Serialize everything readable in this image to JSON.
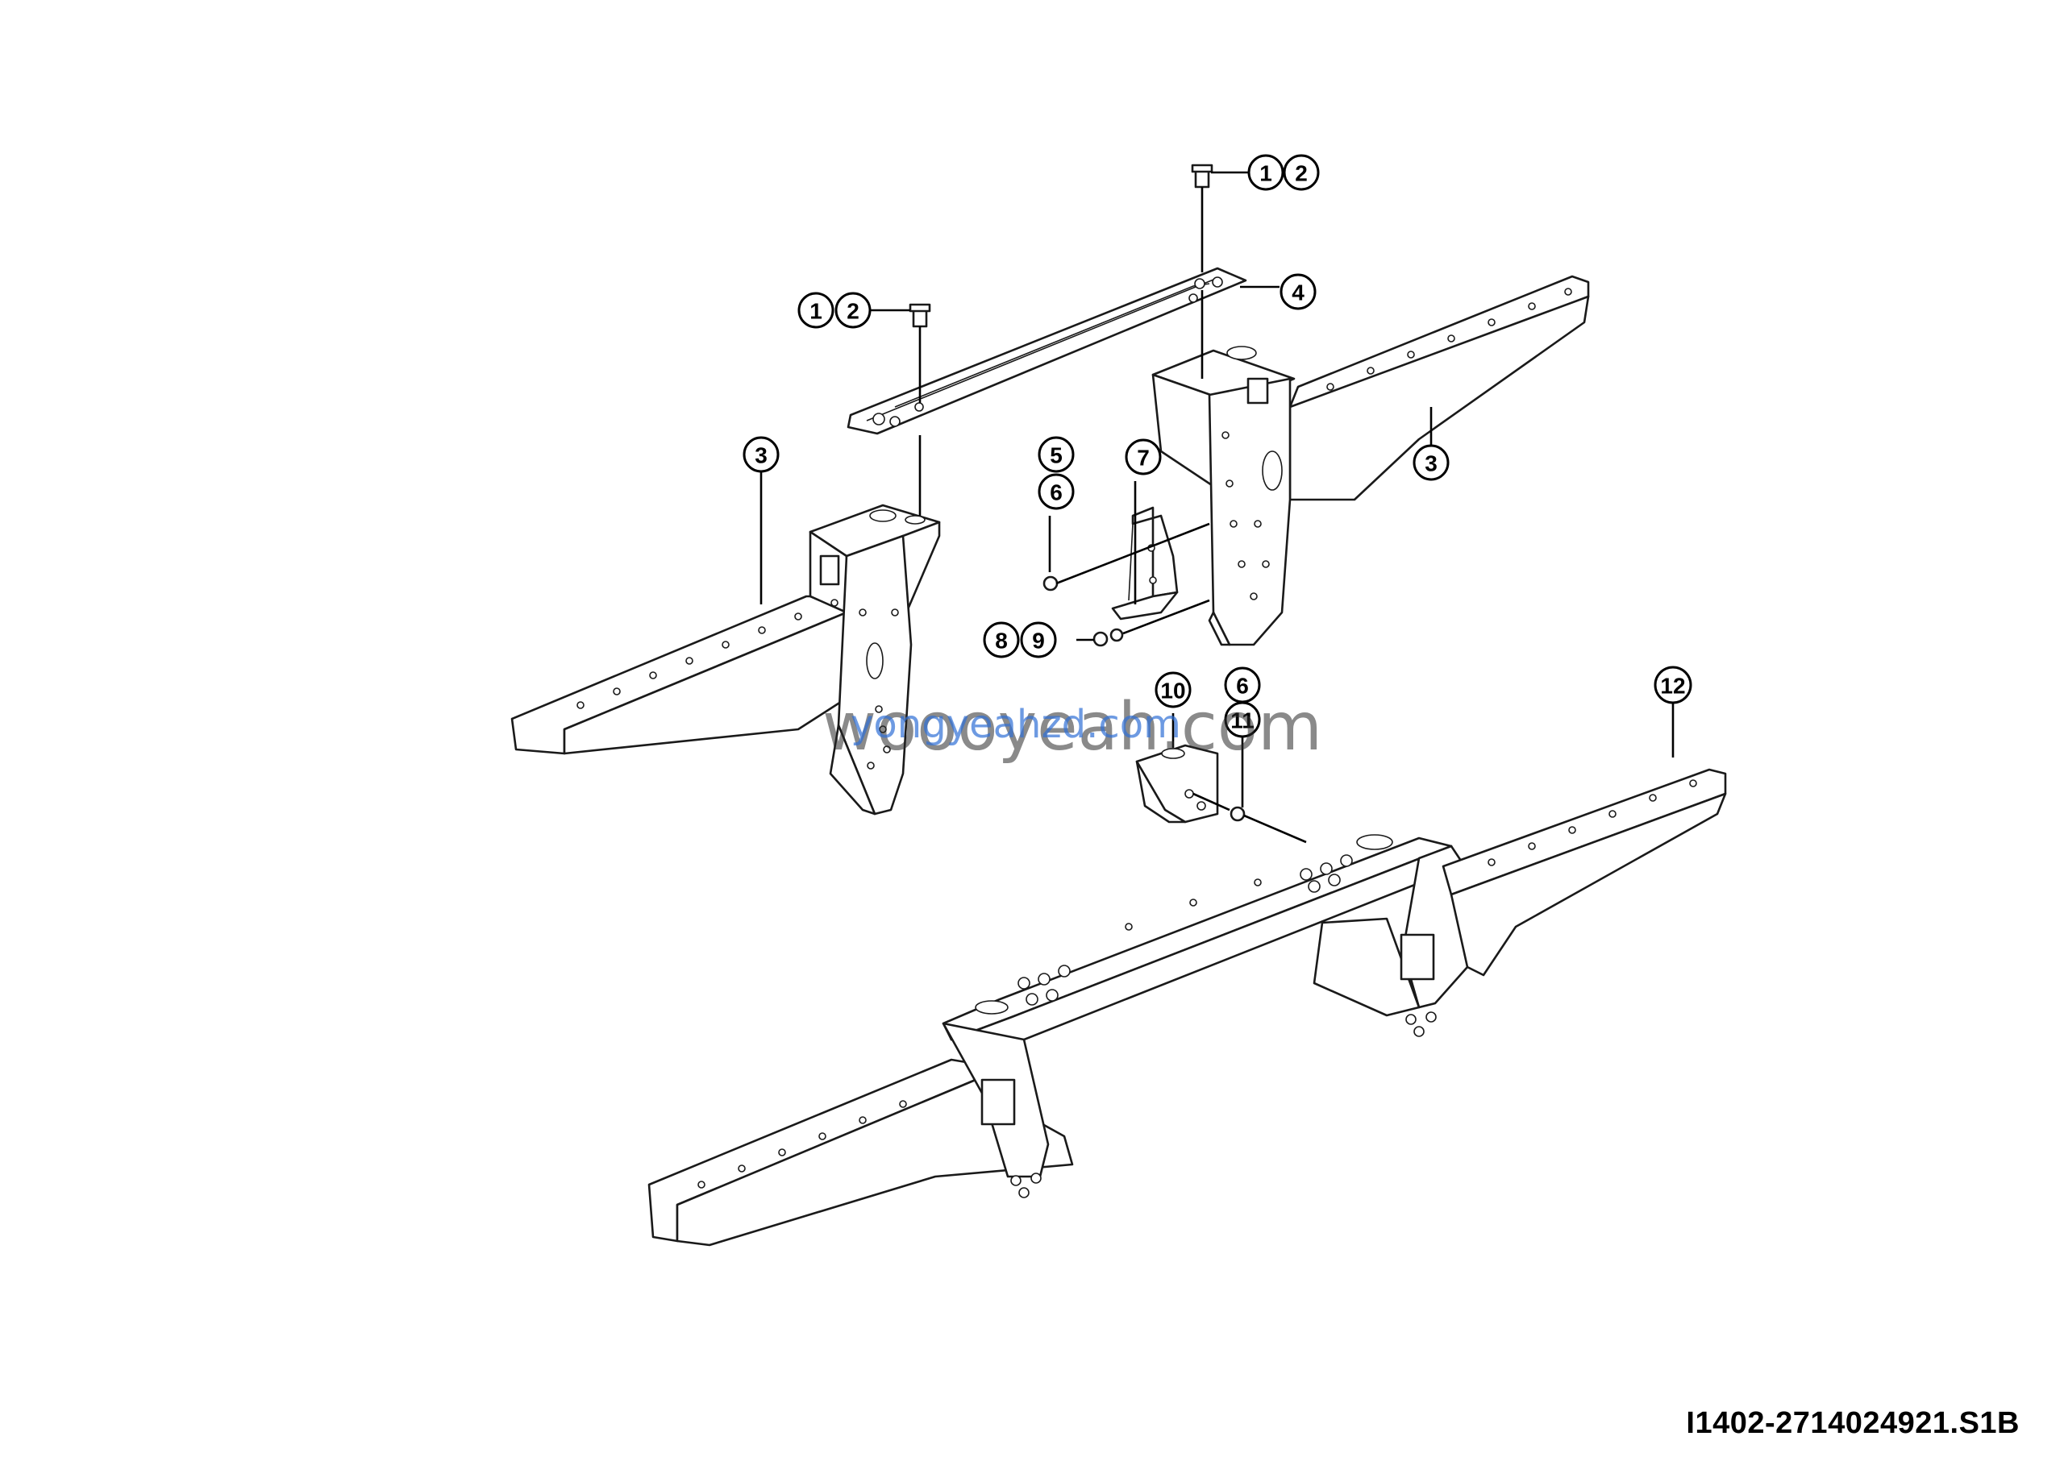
{
  "document_code": "I1402-2714024921.S1B",
  "watermarks": {
    "primary": "woooyeah.com",
    "secondary": "yongyeahzd.com"
  },
  "callouts": {
    "c1a": "1",
    "c2a": "2",
    "c1b": "1",
    "c2b": "2",
    "c4": "4",
    "c3l": "3",
    "c3r": "3",
    "c5": "5",
    "c6a": "6",
    "c7": "7",
    "c8": "8",
    "c9": "9",
    "c10": "10",
    "c6b": "6",
    "c11": "11",
    "c12": "12"
  },
  "colors": {
    "line": "#1a1a1a",
    "background": "#ffffff",
    "watermark_blue": "#2f6fd6"
  }
}
